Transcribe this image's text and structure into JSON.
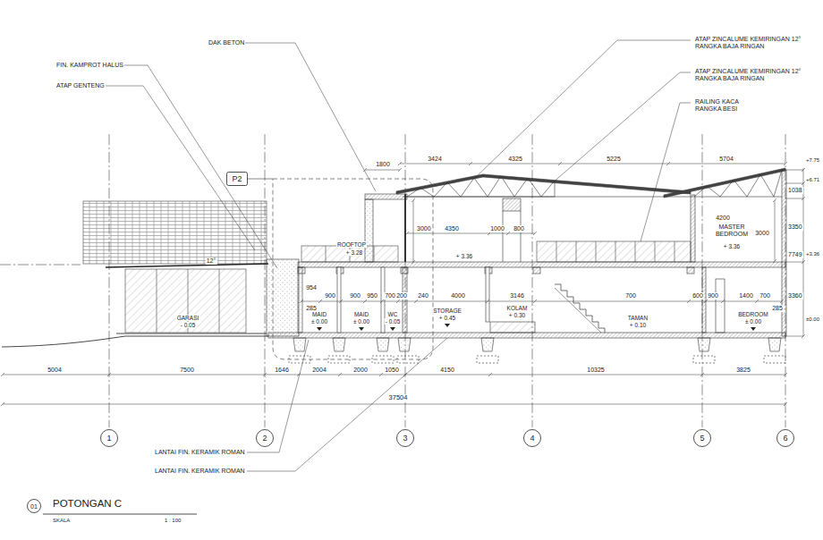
{
  "diagram": {
    "title": "POTONGAN C",
    "nodes": [
      {
        "text": [
          "P2"
        ]
      },
      {
        "text": [
          "1"
        ]
      },
      {
        "text": [
          "2"
        ]
      },
      {
        "text": [
          "3"
        ]
      },
      {
        "text": [
          "4"
        ]
      },
      {
        "text": [
          "5"
        ]
      },
      {
        "text": [
          "6"
        ]
      },
      {
        "text": [
          "01"
        ]
      }
    ],
    "labels": [
      "DAK BETON",
      "FIN. KAMPROT HALUS",
      "ATAP GENTENG",
      "ATAP ZINCALUME KEMIRINGAN 12° RANGKA BAJA RINGAN",
      "ATAP ZINCALUME KEMIRINGAN 12° RANGKA BAJA RINGAN",
      "RAILING KACA RANGKA BESI",
      "1800",
      "3424",
      "4325",
      "5225",
      "5704",
      "+7.75",
      "+6.71",
      "1038",
      "3350",
      "7749",
      "+3.36",
      "3000",
      "4350",
      "1000",
      "800",
      "4200",
      "MASTER BEDROOM",
      "3000",
      "+ 3.36",
      "+ 3.36",
      "ROOFTOP",
      "+ 3.28",
      "12°",
      "GARASI",
      "- 0.05",
      "954",
      "285",
      "900",
      "900",
      "950",
      "700",
      "200",
      "240",
      "4000",
      "3146",
      "700",
      "600",
      "900",
      "1400",
      "700",
      "3360",
      "285",
      "MAID",
      "± 0.00",
      "MAID",
      "± 0.00",
      "WC",
      "- 0.05",
      "STORAGE",
      "+ 0.45",
      "KOLAM",
      "+ 0.30",
      "TAMAN",
      "+ 0.10",
      "BEDROOM",
      "± 0.00",
      "±0.00",
      "5004",
      "7500",
      "1646",
      "2004",
      "2000",
      "1050",
      "4150",
      "10325",
      "3825",
      "37504",
      "LANTAI FIN. KERAMIK ROMAN",
      "LANTAI FIN. KERAMIK ROMAN",
      "SKALA",
      "1 : 100"
    ]
  }
}
